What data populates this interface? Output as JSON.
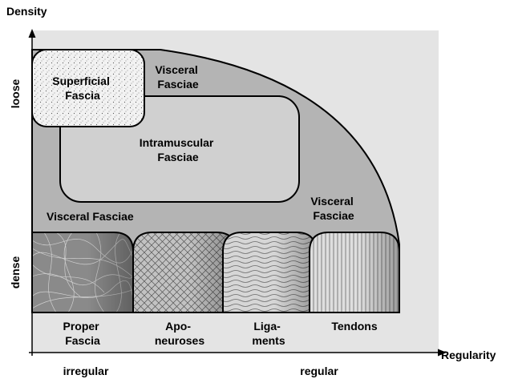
{
  "axes": {
    "y_title": "Density",
    "x_title": "Regularity",
    "y_loose": "loose",
    "y_dense": "dense",
    "x_irregular": "irregular",
    "x_regular": "regular"
  },
  "regions": {
    "superficial": [
      "Superficial",
      "Fascia"
    ],
    "visceral_top": [
      "Visceral",
      "Fasciae"
    ],
    "intramuscular": [
      "Intramuscular",
      "Fasciae"
    ],
    "visceral_right": [
      "Visceral",
      "Fasciae"
    ],
    "visceral_left": "Visceral Fasciae"
  },
  "bottom_labels": {
    "proper_fascia": [
      "Proper",
      "Fascia"
    ],
    "aponeuroses": [
      "Apo-",
      "neuroses"
    ],
    "ligaments": [
      "Liga-",
      "ments"
    ],
    "tendons": "Tendons"
  },
  "colors": {
    "background": "#e4e4e4",
    "outer_region": "#b4b4b4",
    "inner_region": "#d0d0d0",
    "superficial_fill": "#f2f2f2",
    "outline": "#000000"
  }
}
